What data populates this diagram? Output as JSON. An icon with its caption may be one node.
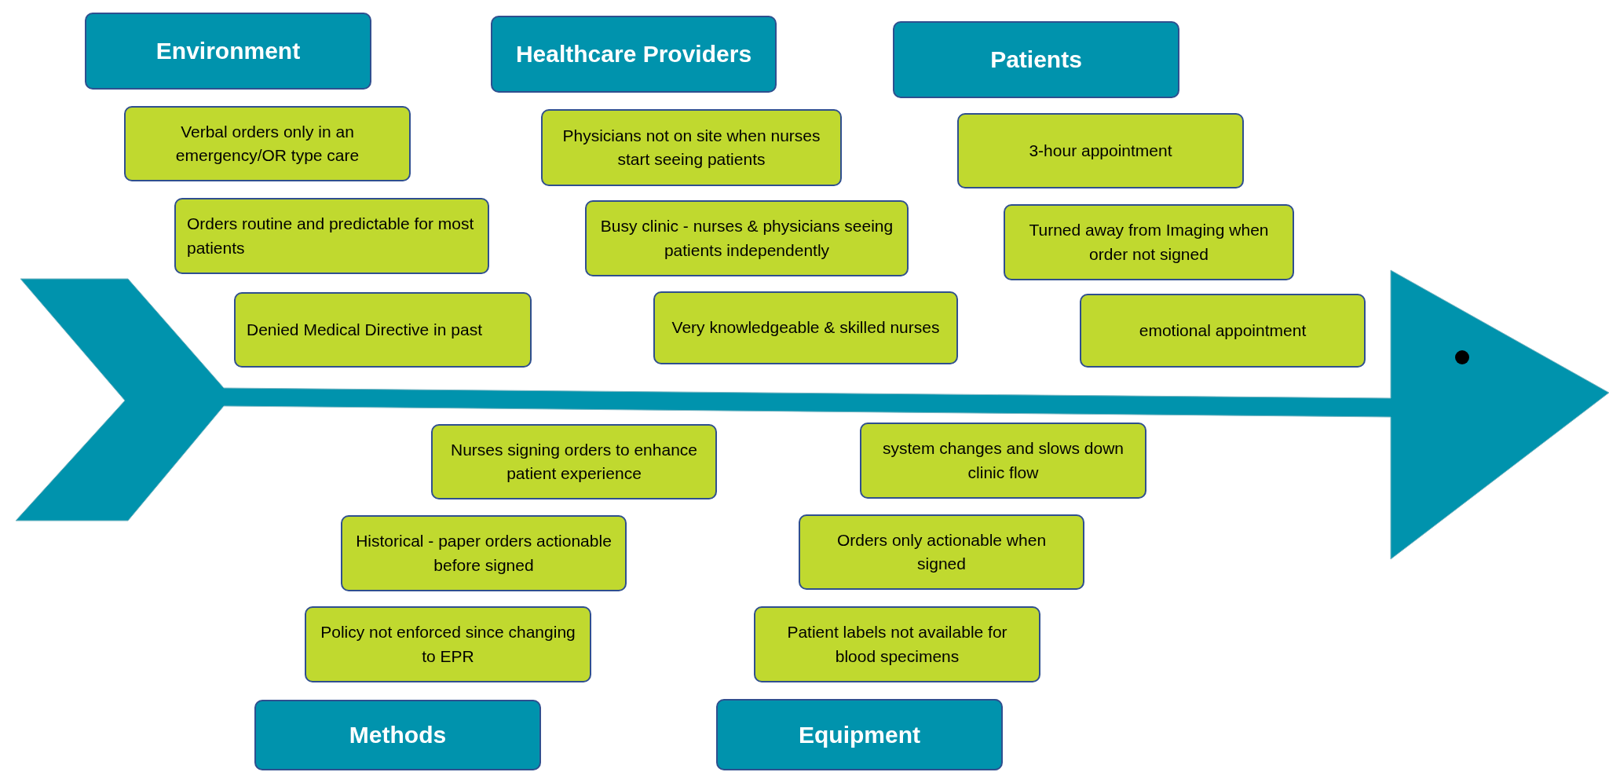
{
  "diagram": {
    "nodes": [
      {
        "text": [
          "Environment"
        ]
      },
      {
        "text": [
          "Verbal orders only in an emergency/OR type care"
        ]
      },
      {
        "text": [
          "Orders routine and predictable for most patients"
        ]
      },
      {
        "text": [
          "Denied Medical Directive in past"
        ]
      },
      {
        "text": [
          "Healthcare Providers"
        ]
      },
      {
        "text": [
          "Physicians not on site when nurses start seeing patients"
        ]
      },
      {
        "text": [
          "Busy clinic - nurses & physicians seeing patients independently"
        ]
      },
      {
        "text": [
          "Very knowledgeable  & skilled nurses"
        ]
      },
      {
        "text": [
          "Patients"
        ]
      },
      {
        "text": [
          "3-hour appointment"
        ]
      },
      {
        "text": [
          "Turned away from Imaging when order not signed"
        ]
      },
      {
        "text": [
          "emotional appointment"
        ]
      },
      {
        "text": [
          "Nurses signing orders to enhance patient experience"
        ]
      },
      {
        "text": [
          "Historical - paper orders actionable before signed"
        ]
      },
      {
        "text": [
          "Policy not enforced since changing to EPR"
        ]
      },
      {
        "text": [
          "Methods"
        ]
      },
      {
        "text": [
          "system changes and slows down clinic flow"
        ]
      },
      {
        "text": [
          "Orders only actionable when signed"
        ]
      },
      {
        "text": [
          "Patient labels not available for blood specimens"
        ]
      },
      {
        "text": [
          "Equipment"
        ]
      }
    ]
  }
}
